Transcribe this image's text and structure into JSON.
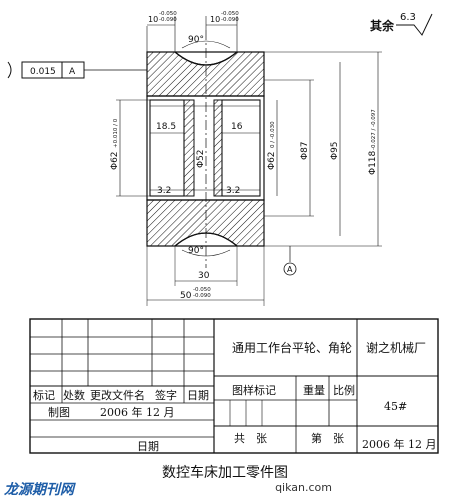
{
  "drawing": {
    "roughness_label": "其余",
    "roughness_value": "6.3",
    "angle_top": "90°",
    "angle_bottom": "90°",
    "tol_top_1": "10",
    "tol_top_1_upper": "-0.050",
    "tol_top_1_lower": "-0.090",
    "tol_top_2": "10",
    "tol_top_2_upper": "-0.050",
    "tol_top_2_lower": "-0.090",
    "frame_tol": "0.015",
    "frame_datum": "A",
    "dim_18_5": "18.5",
    "dim_16": "16",
    "dim_phi52": "Φ52",
    "dim_phi62_left": "Φ62",
    "dim_phi62_left_tol": "+0.010 / 0",
    "dim_phi62_right": "Φ62",
    "dim_phi62_right_tol": "0 / -0.030",
    "dim_phi87": "Φ87",
    "dim_phi95": "Φ95",
    "dim_phi118": "Φ118",
    "dim_phi118_tol": "-0.027 / -0.097",
    "dim_3_2_left": "3.2",
    "dim_3_2_right": "3.2",
    "dim_30": "30",
    "dim_50": "50",
    "dim_50_upper": "-0.050",
    "dim_50_lower": "-0.090",
    "datum_marker": "A"
  },
  "title_block": {
    "part_name": "通用工作台平轮、角轮",
    "company": "谢之机械厂",
    "col_mark": "标记",
    "col_count": "处数",
    "col_change_doc": "更改文件名",
    "col_sign": "签字",
    "col_date": "日期",
    "drafted_by": "制图",
    "drafted_date": "2006 年 12 月",
    "date_label": "日期",
    "drawing_mark": "图样标记",
    "weight": "重量",
    "scale": "比例",
    "material": "45#",
    "total_sheets": "共　张",
    "sheet_no": "第　张",
    "bottom_date": "2006 年 12 月"
  },
  "caption": "数控车床加工零件图",
  "watermark": {
    "left": "龙源期刊网",
    "right": "qikan.com"
  }
}
